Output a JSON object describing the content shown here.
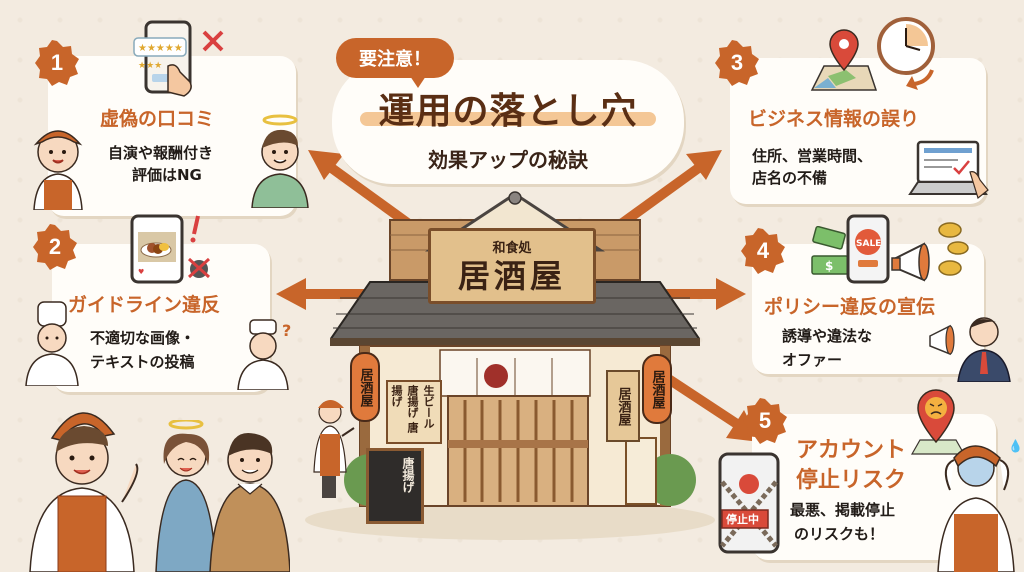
{
  "header": {
    "callout": "要注意！",
    "title": "運用の落とし穴",
    "subtitle": "効果アップの秘訣"
  },
  "colors": {
    "accent": "#c8652a",
    "title_text": "#5a2e14",
    "highlight": "#f4c796",
    "background": "#f3ebe0",
    "card": "#fffdf9"
  },
  "items": [
    {
      "number": "1",
      "title": "虚偽の口コミ",
      "desc_lines": [
        "自演や報酬付き",
        "評価はNG"
      ],
      "icons": [
        "smartphone-review-icon",
        "star-rating-icon",
        "x-mark-icon"
      ]
    },
    {
      "number": "2",
      "title": "ガイドライン違反",
      "desc_lines": [
        "不適切な画像・",
        "テキストの投稿"
      ],
      "icons": [
        "smartphone-photo-icon",
        "exclamation-icon",
        "prohibited-icon"
      ]
    },
    {
      "number": "3",
      "title": "ビジネス情報の誤り",
      "desc_lines": [
        "住所、営業時間、",
        "店名の不備"
      ],
      "icons": [
        "map-pin-icon",
        "clock-icon",
        "laptop-check-icon"
      ]
    },
    {
      "number": "4",
      "title": "ポリシー違反の宣伝",
      "desc_lines": [
        "誘導や違法な",
        "オファー"
      ],
      "icons": [
        "smartphone-sale-icon",
        "money-icon",
        "megaphone-icon",
        "coins-icon"
      ],
      "sale_label": "SALE"
    },
    {
      "number": "5",
      "title": "アカウント停止リスク",
      "title_lines": [
        "アカウント",
        "停止リスク"
      ],
      "desc_lines": [
        "最悪、掲載停止",
        "のリスクも！"
      ],
      "icons": [
        "angry-map-pin-icon",
        "locked-phone-icon"
      ],
      "suspended_label": "停止中"
    }
  ],
  "shop": {
    "sign_small": "和食処",
    "sign_large": "居酒屋",
    "lantern_text": "居酒屋",
    "menu_text": "生ビール 唐揚げ 唐揚げ",
    "hanging_sign": "居酒屋",
    "chalkboard_text": "唐揚げ"
  }
}
